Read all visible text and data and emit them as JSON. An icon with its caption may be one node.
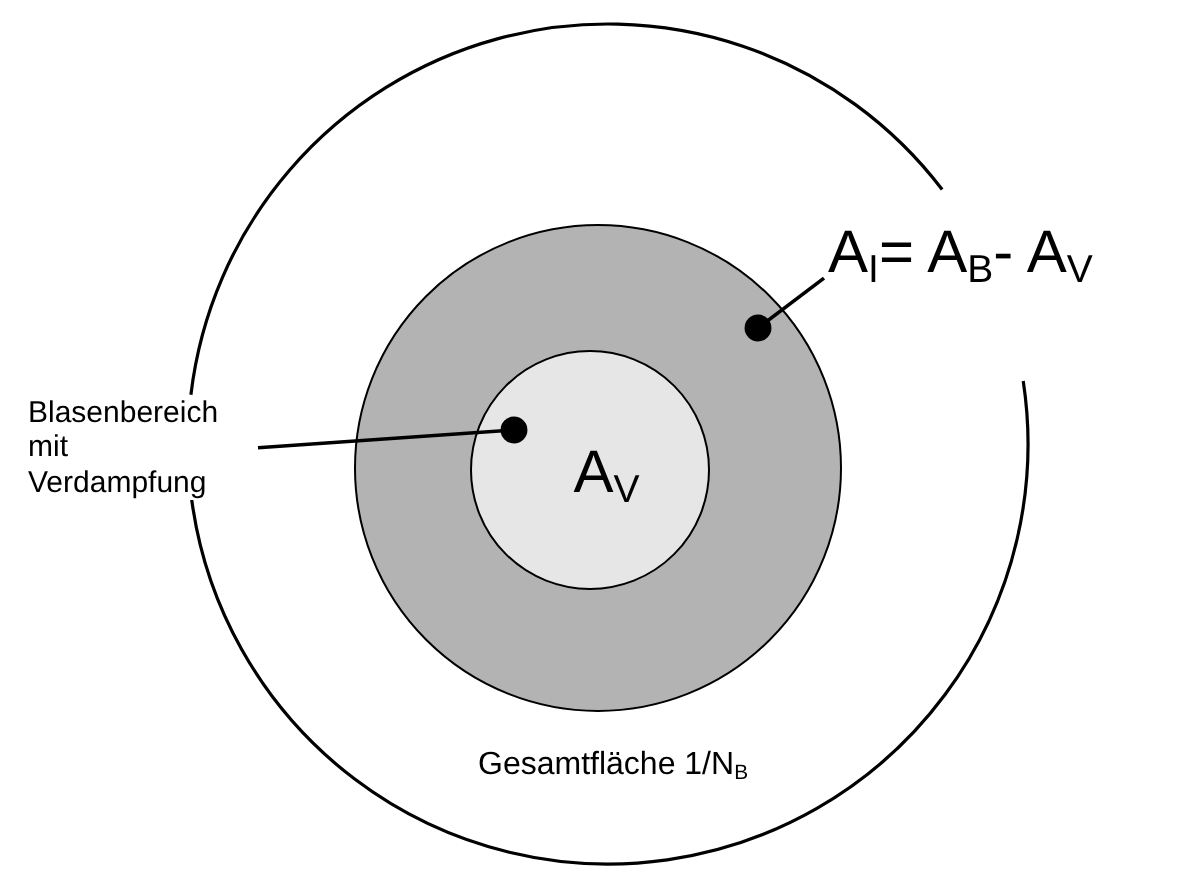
{
  "diagram": {
    "nodes": [
      {
        "text": [
          "Gesamtfläche 1/N$_{B}$"
        ]
      },
      {
        "text": [],
        "shape": "circle",
        "in": 0
      },
      {
        "text": [
          "A$_{V}$"
        ],
        "in": 1
      },
      {
        "text": [
          "Blasenbereich mit Verdampfung"
        ]
      },
      {
        "text": [
          "A$_{I}$= A$_{B}$- A$_{V}$"
        ]
      }
    ],
    "edges": [
      {
        "from": 3,
        "to": 2,
        "arrow": "other"
      },
      {
        "from": 4,
        "to": 1,
        "arrow": "other"
      }
    ]
  }
}
